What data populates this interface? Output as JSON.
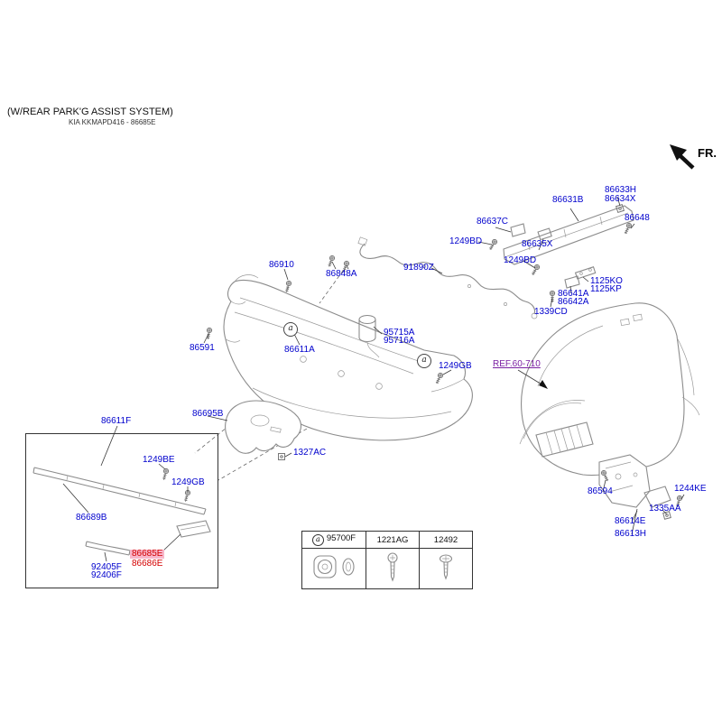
{
  "header": {
    "title": "(W/REAR PARK'G ASSIST SYSTEM)",
    "subtitle": "KIA KKMAPD416 - 86685E"
  },
  "fr_label": "FR.",
  "callout_letter": "a",
  "colors": {
    "part_label": "#0000cd",
    "ref_label": "#7a1fa2",
    "danger_text": "#d40000",
    "highlight_bg": "#f7b6ca",
    "line_art": "#8c8c8c"
  },
  "labels": [
    {
      "text": "86631B"
    },
    {
      "text": "86633H"
    },
    {
      "text": "86634X"
    },
    {
      "text": "86648"
    },
    {
      "text": "86637C"
    },
    {
      "text": "1249BD"
    },
    {
      "text": "86635X"
    },
    {
      "text": "1249BD"
    },
    {
      "text": "91890Z"
    },
    {
      "text": "1125KO"
    },
    {
      "text": "1125KP"
    },
    {
      "text": "86641A"
    },
    {
      "text": "86642A"
    },
    {
      "text": "1339CD"
    },
    {
      "text": "86910"
    },
    {
      "text": "86848A"
    },
    {
      "text": "86591"
    },
    {
      "text": "86611A"
    },
    {
      "text": "95715A"
    },
    {
      "text": "95716A"
    },
    {
      "text": "1249GB"
    },
    {
      "text": "REF.60-710"
    },
    {
      "text": "86695B"
    },
    {
      "text": "86611F"
    },
    {
      "text": "1249BE"
    },
    {
      "text": "1249GB"
    },
    {
      "text": "1327AC"
    },
    {
      "text": "86689B"
    },
    {
      "text": "86685E"
    },
    {
      "text": "86686E"
    },
    {
      "text": "92405F"
    },
    {
      "text": "92406F"
    },
    {
      "text": "86594"
    },
    {
      "text": "1244KE"
    },
    {
      "text": "1335AA"
    },
    {
      "text": "86614E"
    },
    {
      "text": "86613H"
    }
  ],
  "legend": {
    "badge": "a",
    "columns": [
      {
        "code": "95700F",
        "icon": "parking-sensor-icon"
      },
      {
        "code": "1221AG",
        "icon": "screw-icon"
      },
      {
        "code": "12492",
        "icon": "tapping-screw-icon"
      }
    ]
  }
}
